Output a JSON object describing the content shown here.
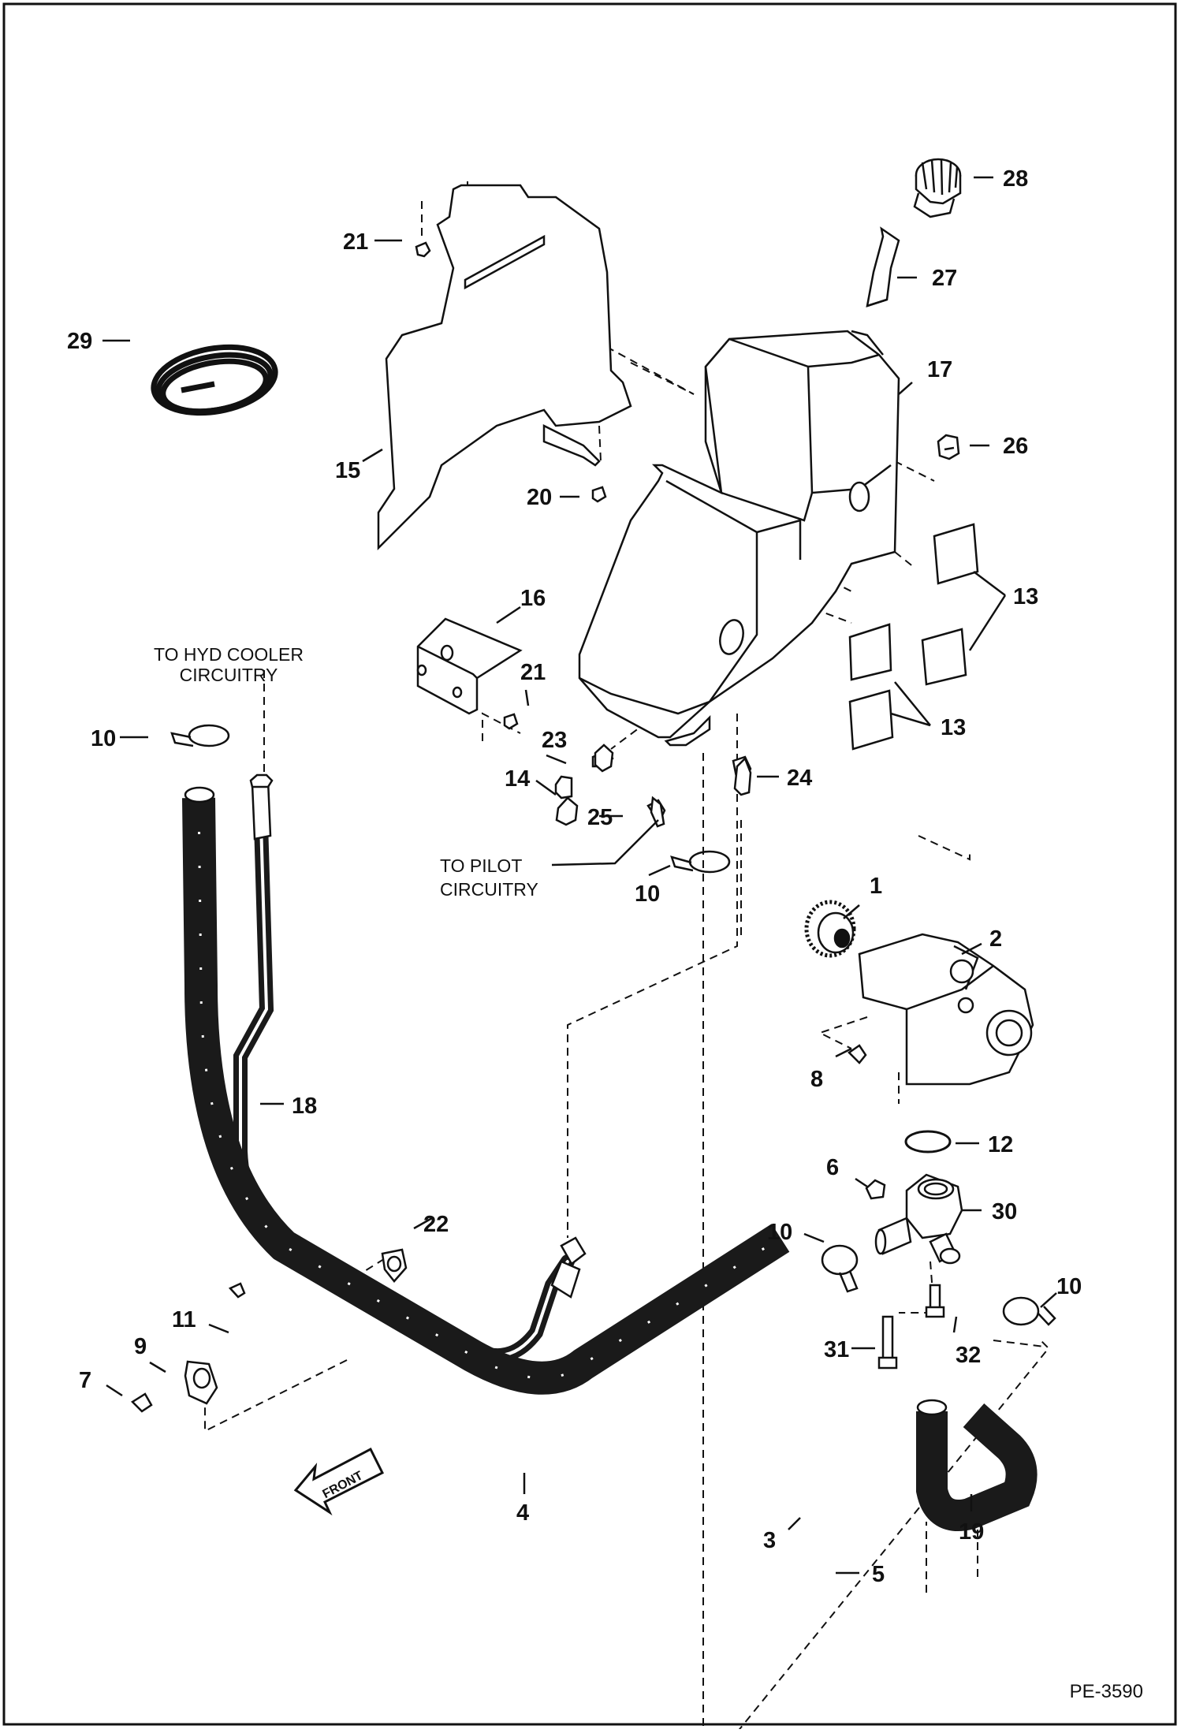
{
  "drawing_code": "PE-3590",
  "front_label": "FRONT",
  "notes": {
    "hyd_cooler_line1": "TO HYD COOLER",
    "hyd_cooler_line2": "CIRCUITRY",
    "pilot_line1": "TO PILOT",
    "pilot_line2": "CIRCUITRY"
  },
  "callouts": {
    "c1": "1",
    "c2": "2",
    "c3": "3",
    "c4": "4",
    "c5": "5",
    "c6": "6",
    "c7": "7",
    "c8": "8",
    "c9": "9",
    "c10a": "10",
    "c10b": "10",
    "c10c": "10",
    "c10d": "10",
    "c11": "11",
    "c12": "12",
    "c13a": "13",
    "c13b": "13",
    "c14": "14",
    "c15": "15",
    "c16": "16",
    "c17": "17",
    "c18": "18",
    "c19": "19",
    "c20": "20",
    "c21a": "21",
    "c21b": "21",
    "c22": "22",
    "c23": "23",
    "c24": "24",
    "c25": "25",
    "c26": "26",
    "c27": "27",
    "c28": "28",
    "c29": "29",
    "c30": "30",
    "c31": "31",
    "c32": "32"
  },
  "colors": {
    "line": "#111111",
    "paper": "#ffffff",
    "shade": "#e6e6e6",
    "hose": "#1a1a1a"
  }
}
